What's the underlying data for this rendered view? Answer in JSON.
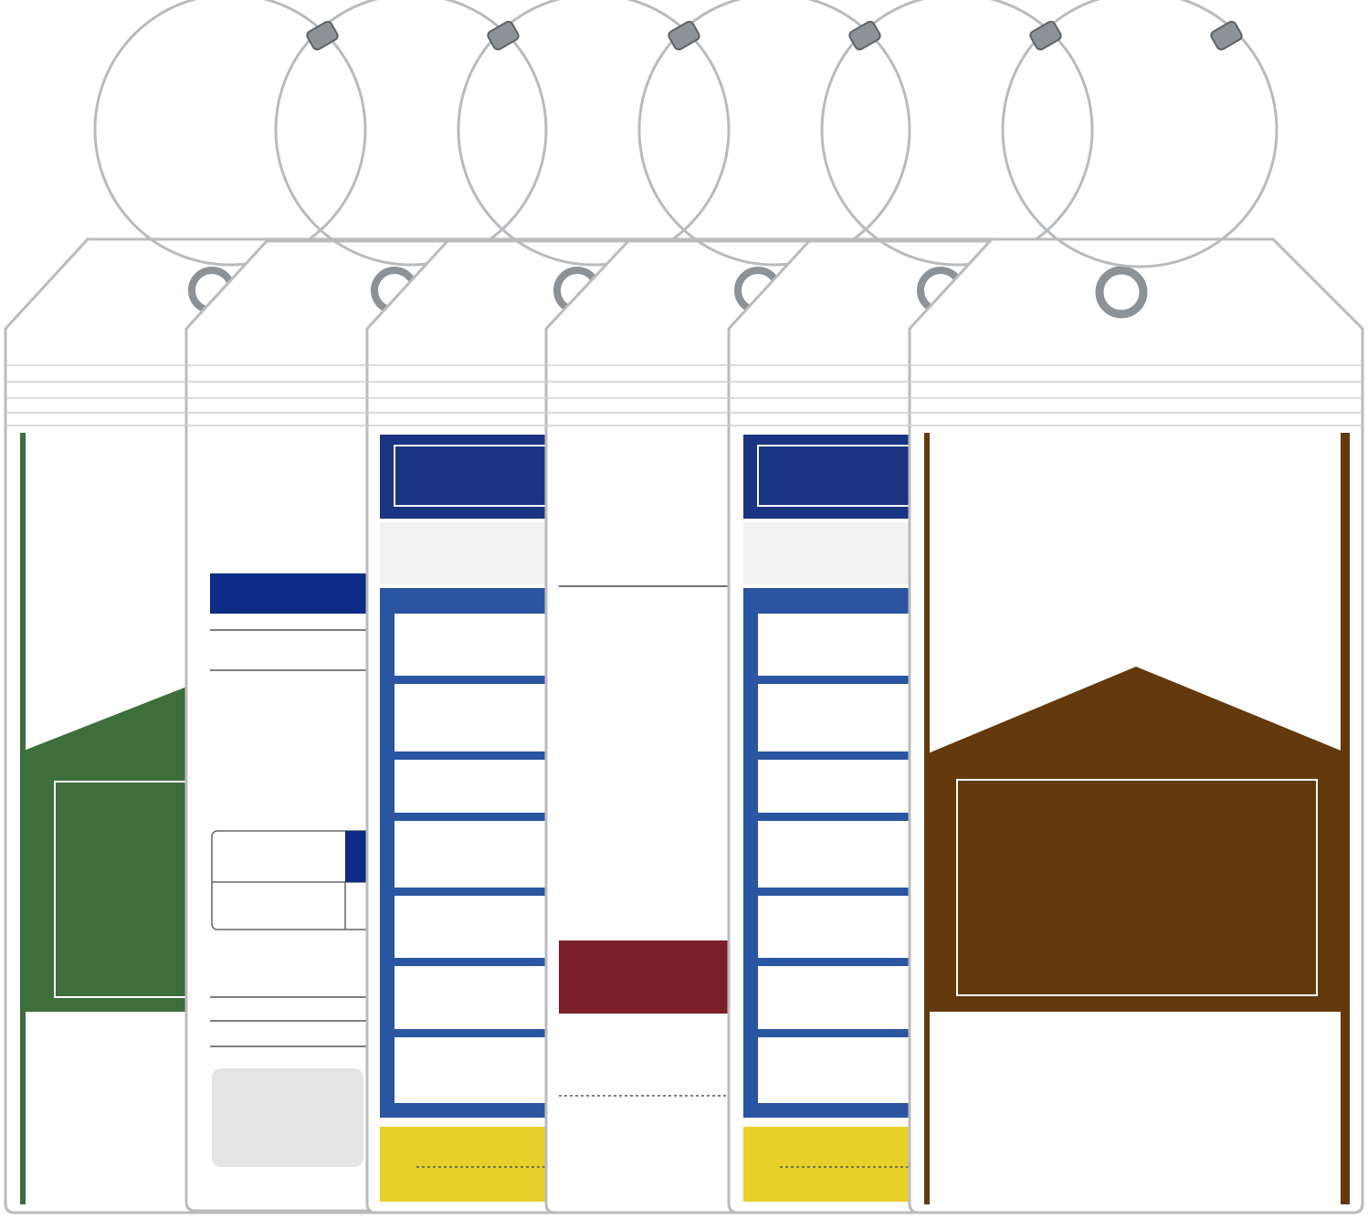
{
  "scene": {
    "subject": "luggage-tag-set",
    "background": "#ffffff",
    "tag_count": 6
  },
  "colors": {
    "green": "#3d6e3c",
    "navy": "#1a3482",
    "blue": "#2a55a0",
    "yellow": "#e7d02a",
    "maroon": "#7a1f2b",
    "brown": "#623a0d",
    "light_gray": "#e4e4e4",
    "tag_outline": "#b9b9b9",
    "wire": "#b5b8bb",
    "metal": "#8d9296"
  },
  "tags": [
    {
      "name": "tag-green-house",
      "insert": "house",
      "color": "green"
    },
    {
      "name": "tag-navy-form",
      "insert": "form",
      "color": "navy"
    },
    {
      "name": "tag-blue-grid",
      "insert": "grid",
      "color": "blue"
    },
    {
      "name": "tag-maroon-band",
      "insert": "band",
      "color": "maroon"
    },
    {
      "name": "tag-blue-grid-2",
      "insert": "grid",
      "color": "blue"
    },
    {
      "name": "tag-brown-house",
      "insert": "house",
      "color": "brown"
    }
  ]
}
